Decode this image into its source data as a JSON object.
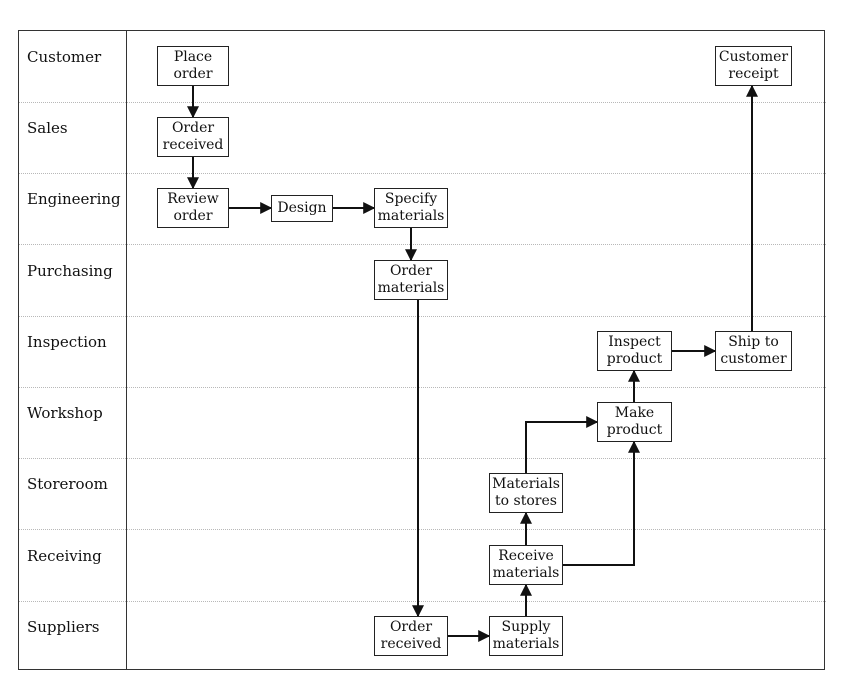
{
  "lanes": [
    "Customer",
    "Sales",
    "Engineering",
    "Purchasing",
    "Inspection",
    "Workshop",
    "Storeroom",
    "Receiving",
    "Suppliers"
  ],
  "nodes": {
    "place_order": "Place\norder",
    "order_received_sales": "Order\nreceived",
    "review_order": "Review\norder",
    "design": "Design",
    "specify_materials": "Specify\nmaterials",
    "order_materials": "Order\nmaterials",
    "inspect_product": "Inspect\nproduct",
    "ship_to_customer": "Ship to\ncustomer",
    "customer_receipt": "Customer\nreceipt",
    "make_product": "Make\nproduct",
    "materials_to_stores": "Materials\nto stores",
    "receive_materials": "Receive\nmaterials",
    "order_received_suppliers": "Order\nreceived",
    "supply_materials": "Supply\nmaterials"
  },
  "edges": [
    [
      "place_order",
      "order_received_sales"
    ],
    [
      "order_received_sales",
      "review_order"
    ],
    [
      "review_order",
      "design"
    ],
    [
      "design",
      "specify_materials"
    ],
    [
      "specify_materials",
      "order_materials"
    ],
    [
      "order_materials",
      "order_received_suppliers"
    ],
    [
      "order_received_suppliers",
      "supply_materials"
    ],
    [
      "supply_materials",
      "receive_materials"
    ],
    [
      "receive_materials",
      "materials_to_stores"
    ],
    [
      "materials_to_stores",
      "make_product"
    ],
    [
      "receive_materials",
      "make_product"
    ],
    [
      "make_product",
      "inspect_product"
    ],
    [
      "inspect_product",
      "ship_to_customer"
    ],
    [
      "ship_to_customer",
      "customer_receipt"
    ]
  ]
}
